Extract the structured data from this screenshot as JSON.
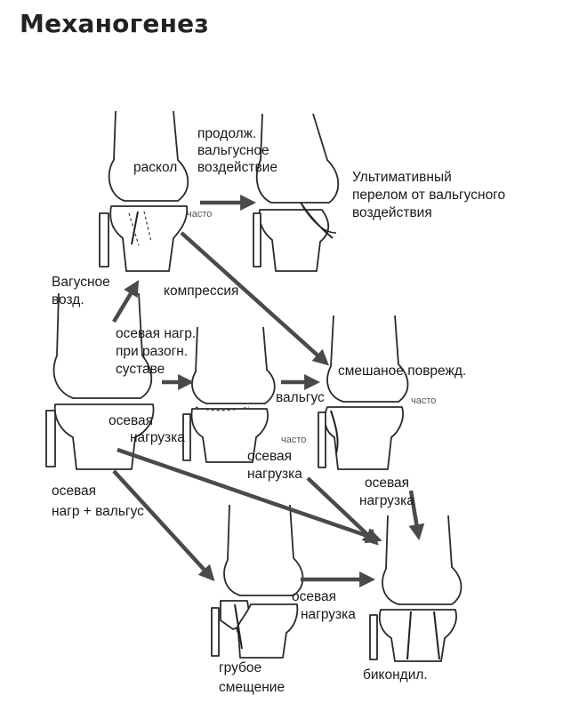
{
  "title": "Механогенез",
  "labels": {
    "raskol": "раскол",
    "prolong_1": "продолж.",
    "prolong_2": "вальгусное",
    "prolong_3": "воздействие",
    "ultimate_1": "Ультимативный",
    "ultimate_2": "перелом от вальгусного",
    "ultimate_3": "воздействия",
    "often_1": "часто",
    "vagus_1": "Вагусное",
    "vagus_2": "возд.",
    "compression": "компрессия",
    "axial_rot_1": "осевая нагр.",
    "axial_rot_2": "при разогн.",
    "axial_rot_3": "суставе",
    "mixed": "смешаное поврежд.",
    "valgus": "вальгус",
    "often_2": "часто",
    "axial_1a": "осевая",
    "axial_1b": "нагрузка",
    "often_3": "часто",
    "axial_2a": "осевая",
    "axial_2b": "нагрузка",
    "axial_3a": "осевая",
    "axial_3b": "нагрузка",
    "axial_valgus_1": "осевая",
    "axial_valgus_2": "нагр + вальгус",
    "axial_4a": "осевая",
    "axial_4b": "нагрузка",
    "gross_1": "грубое",
    "gross_2": "смещение",
    "bicondyl": "бикондил."
  },
  "colors": {
    "arrow": "#4a4a4a",
    "bone_outline": "#2a2a2a",
    "text": "#1a1a1a"
  }
}
